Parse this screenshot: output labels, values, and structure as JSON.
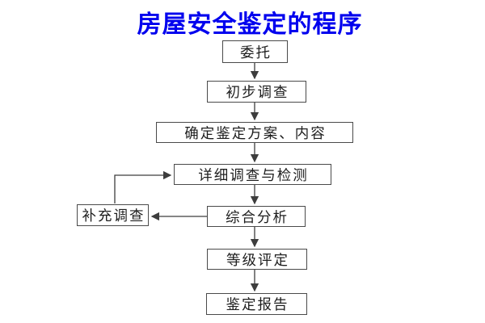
{
  "page": {
    "background_color": "#ffffff"
  },
  "header": {
    "title": "房屋安全鉴定的程序",
    "title_color": "#0000ee"
  },
  "flowchart": {
    "line_color": "#3d3d3d",
    "node_border_color": "#4a4a4a",
    "node_text_color": "#1e1e1e",
    "nodes": [
      {
        "id": "entrust",
        "label": "委托"
      },
      {
        "id": "preliminary-survey",
        "label": "初步调查"
      },
      {
        "id": "determine-plan-content",
        "label": "确定鉴定方案、内容"
      },
      {
        "id": "detailed-survey-testing",
        "label": "详细调查与检测"
      },
      {
        "id": "comprehensive-analysis",
        "label": "综合分析"
      },
      {
        "id": "grade-evaluation",
        "label": "等级评定"
      },
      {
        "id": "appraisal-report",
        "label": "鉴定报告"
      },
      {
        "id": "supplementary-survey",
        "label": "补充调查"
      }
    ],
    "edges": [
      {
        "from": "委托",
        "to": "初步调查",
        "direction": "down"
      },
      {
        "from": "初步调查",
        "to": "确定鉴定方案、内容",
        "direction": "down"
      },
      {
        "from": "确定鉴定方案、内容",
        "to": "详细调查与检测",
        "direction": "down"
      },
      {
        "from": "详细调查与检测",
        "to": "综合分析",
        "direction": "down"
      },
      {
        "from": "综合分析",
        "to": "等级评定",
        "direction": "down"
      },
      {
        "from": "等级评定",
        "to": "鉴定报告",
        "direction": "down"
      },
      {
        "from": "综合分析",
        "to": "补充调查",
        "direction": "left"
      },
      {
        "from": "补充调查",
        "to": "详细调查与检测",
        "direction": "up-then-right"
      }
    ]
  }
}
